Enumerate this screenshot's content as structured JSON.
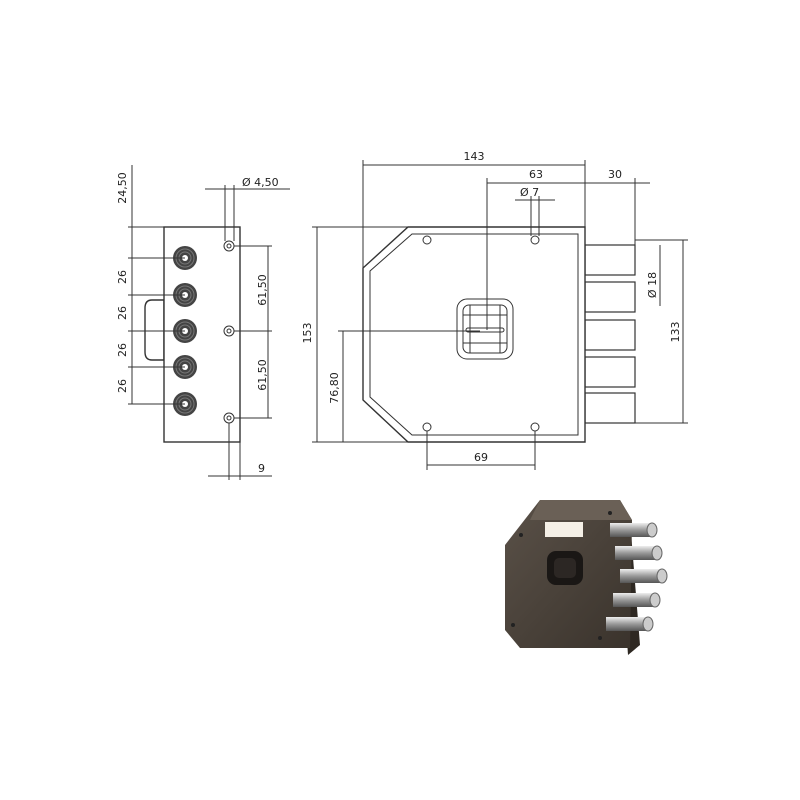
{
  "side_view": {
    "dims": {
      "top": "24,50",
      "hole_dia": "Ø 4,50",
      "pitch1": "26",
      "pitch2": "26",
      "pitch3": "26",
      "pitch4": "26",
      "spacing_upper": "61,50",
      "spacing_lower": "61,50",
      "offset": "9"
    }
  },
  "front_view": {
    "dims": {
      "width": "143",
      "key_offset": "63",
      "bolt_throw": "30",
      "hole_dia": "Ø 7",
      "height": "153",
      "key_height": "76,80",
      "bolt_span": "133",
      "bolt_dia": "Ø 18",
      "hole_spacing": "69"
    }
  },
  "colors": {
    "line": "#333333",
    "body_photo": "#4a423a",
    "bolt_photo": "#b8b8b8"
  }
}
